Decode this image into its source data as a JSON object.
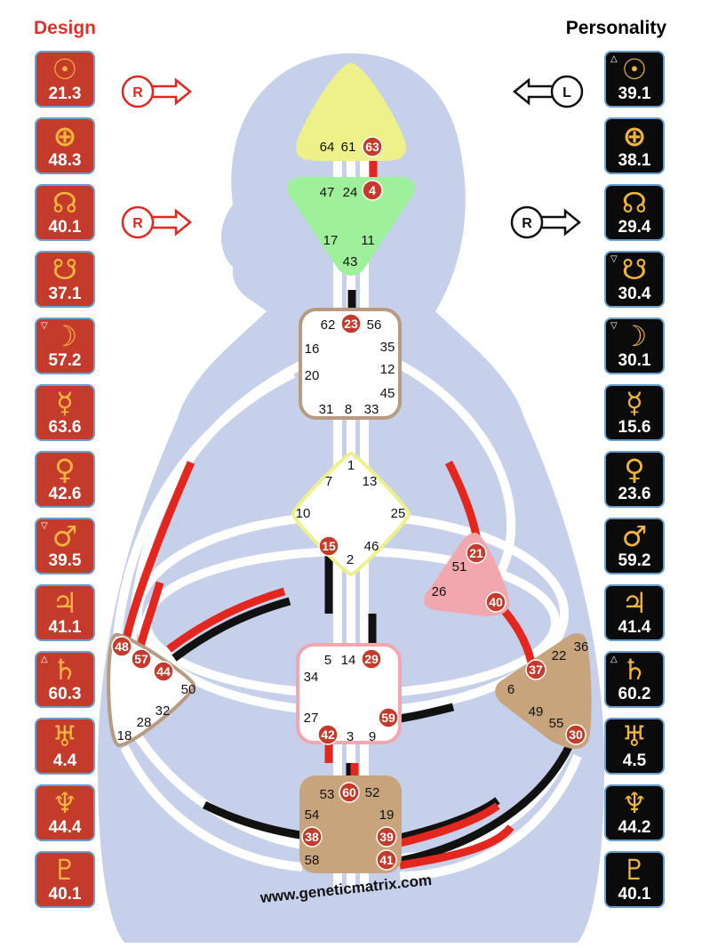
{
  "headers": {
    "design": "Design",
    "personality": "Personality"
  },
  "website": "www.geneticmatrix.com",
  "arrows": {
    "design_top": "R",
    "design_mid": "R",
    "personality_top": "L",
    "personality_mid": "R"
  },
  "colors": {
    "design_red": "#c43a2b",
    "personality_black": "#0b0b0b",
    "planet_gold": "#f0b43c",
    "body_blue": "#c6d0ea"
  },
  "design_planets": [
    {
      "icon": "sun-icon",
      "glyph": "☉",
      "value": "21.3",
      "mark": ""
    },
    {
      "icon": "earth-icon",
      "glyph": "⊕",
      "value": "48.3",
      "mark": ""
    },
    {
      "icon": "north-node-icon",
      "glyph": "☊",
      "value": "40.1",
      "mark": ""
    },
    {
      "icon": "south-node-icon",
      "glyph": "☋",
      "value": "37.1",
      "mark": ""
    },
    {
      "icon": "moon-icon",
      "glyph": "☽",
      "value": "57.2",
      "mark": "▽"
    },
    {
      "icon": "mercury-icon",
      "glyph": "☿",
      "value": "63.6",
      "mark": ""
    },
    {
      "icon": "venus-icon",
      "glyph": "♀",
      "value": "42.6",
      "mark": ""
    },
    {
      "icon": "mars-icon",
      "glyph": "♂",
      "value": "39.5",
      "mark": "▽"
    },
    {
      "icon": "jupiter-icon",
      "glyph": "♃",
      "value": "41.1",
      "mark": ""
    },
    {
      "icon": "saturn-icon",
      "glyph": "♄",
      "value": "60.3",
      "mark": "△"
    },
    {
      "icon": "uranus-icon",
      "glyph": "♅",
      "value": "4.4",
      "mark": ""
    },
    {
      "icon": "neptune-icon",
      "glyph": "♆",
      "value": "44.4",
      "mark": ""
    },
    {
      "icon": "pluto-icon",
      "glyph": "♇",
      "value": "40.1",
      "mark": ""
    }
  ],
  "personality_planets": [
    {
      "icon": "sun-icon",
      "glyph": "☉",
      "value": "39.1",
      "mark": "△"
    },
    {
      "icon": "earth-icon",
      "glyph": "⊕",
      "value": "38.1",
      "mark": ""
    },
    {
      "icon": "north-node-icon",
      "glyph": "☊",
      "value": "29.4",
      "mark": ""
    },
    {
      "icon": "south-node-icon",
      "glyph": "☋",
      "value": "30.4",
      "mark": "▽"
    },
    {
      "icon": "moon-icon",
      "glyph": "☽",
      "value": "30.1",
      "mark": "▽"
    },
    {
      "icon": "mercury-icon",
      "glyph": "☿",
      "value": "15.6",
      "mark": ""
    },
    {
      "icon": "venus-icon",
      "glyph": "♀",
      "value": "23.6",
      "mark": ""
    },
    {
      "icon": "mars-icon",
      "glyph": "♂",
      "value": "59.2",
      "mark": ""
    },
    {
      "icon": "jupiter-icon",
      "glyph": "♃",
      "value": "41.4",
      "mark": ""
    },
    {
      "icon": "saturn-icon",
      "glyph": "♄",
      "value": "60.2",
      "mark": "△"
    },
    {
      "icon": "uranus-icon",
      "glyph": "♅",
      "value": "4.5",
      "mark": ""
    },
    {
      "icon": "neptune-icon",
      "glyph": "♆",
      "value": "44.2",
      "mark": ""
    },
    {
      "icon": "pluto-icon",
      "glyph": "♇",
      "value": "40.1",
      "mark": ""
    }
  ],
  "centers": {
    "head": {
      "gates": [
        "64",
        "61",
        "63"
      ]
    },
    "ajna": {
      "gates": [
        "47",
        "24",
        "4",
        "17",
        "11",
        "43"
      ]
    },
    "throat": {
      "gates": [
        "62",
        "23",
        "56",
        "16",
        "35",
        "20",
        "12",
        "45",
        "31",
        "8",
        "33"
      ]
    },
    "g": {
      "gates": [
        "1",
        "7",
        "13",
        "10",
        "25",
        "15",
        "46",
        "2"
      ]
    },
    "heart": {
      "gates": [
        "21",
        "51",
        "26",
        "40"
      ]
    },
    "spleen": {
      "gates": [
        "48",
        "57",
        "44",
        "50",
        "32",
        "28",
        "18"
      ]
    },
    "sacral": {
      "gates": [
        "5",
        "14",
        "29",
        "34",
        "27",
        "59",
        "42",
        "3",
        "9"
      ]
    },
    "solar_plexus": {
      "gates": [
        "36",
        "22",
        "37",
        "6",
        "49",
        "55",
        "30"
      ]
    },
    "root": {
      "gates": [
        "53",
        "60",
        "52",
        "54",
        "19",
        "38",
        "39",
        "58",
        "41"
      ]
    }
  }
}
